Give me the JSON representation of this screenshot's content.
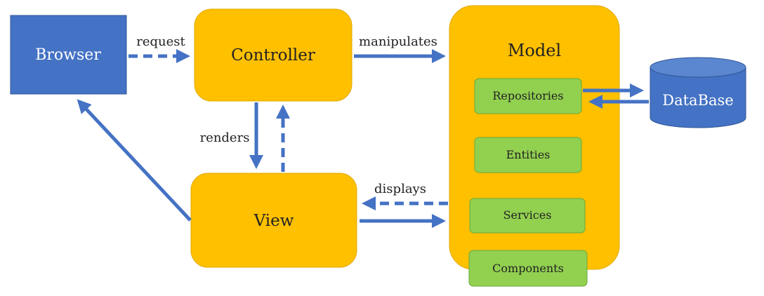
{
  "nodes": {
    "browser": "Browser",
    "controller": "Controller",
    "view": "View",
    "model": "Model",
    "repositories": "Repositories",
    "entities": "Entities",
    "services": "Services",
    "components": "Components",
    "database": "DataBase"
  },
  "edges": {
    "request": "request",
    "manipulates": "manipulates",
    "renders": "renders",
    "displays": "displays"
  },
  "colors": {
    "blue": "#4472c4",
    "orange": "#ffc000",
    "green": "#92d050",
    "arrow": "#4472c4"
  }
}
